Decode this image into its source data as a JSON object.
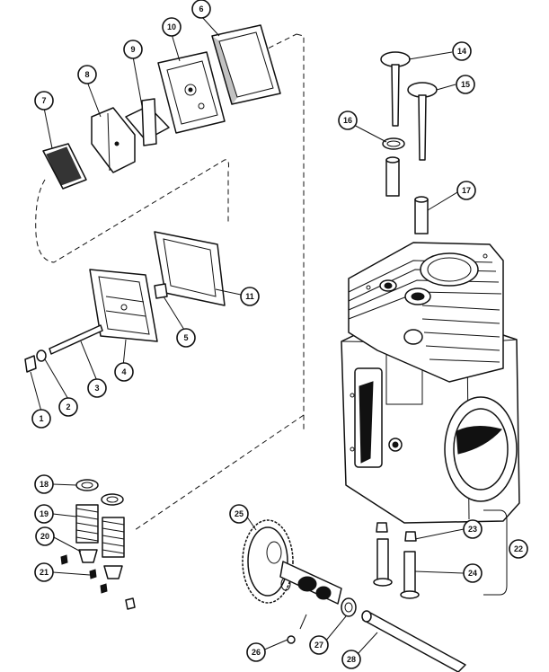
{
  "callouts": [
    {
      "number": "1"
    },
    {
      "number": "2"
    },
    {
      "number": "3"
    },
    {
      "number": "4"
    },
    {
      "number": "5"
    },
    {
      "number": "6"
    },
    {
      "number": "7"
    },
    {
      "number": "8"
    },
    {
      "number": "9"
    },
    {
      "number": "10"
    },
    {
      "number": "11"
    },
    {
      "number": "14"
    },
    {
      "number": "15"
    },
    {
      "number": "16"
    },
    {
      "number": "17"
    },
    {
      "number": "18"
    },
    {
      "number": "19"
    },
    {
      "number": "20"
    },
    {
      "number": "21"
    },
    {
      "number": "22"
    },
    {
      "number": "23"
    },
    {
      "number": "24"
    },
    {
      "number": "25"
    },
    {
      "number": "26"
    },
    {
      "number": "27"
    },
    {
      "number": "28"
    }
  ]
}
